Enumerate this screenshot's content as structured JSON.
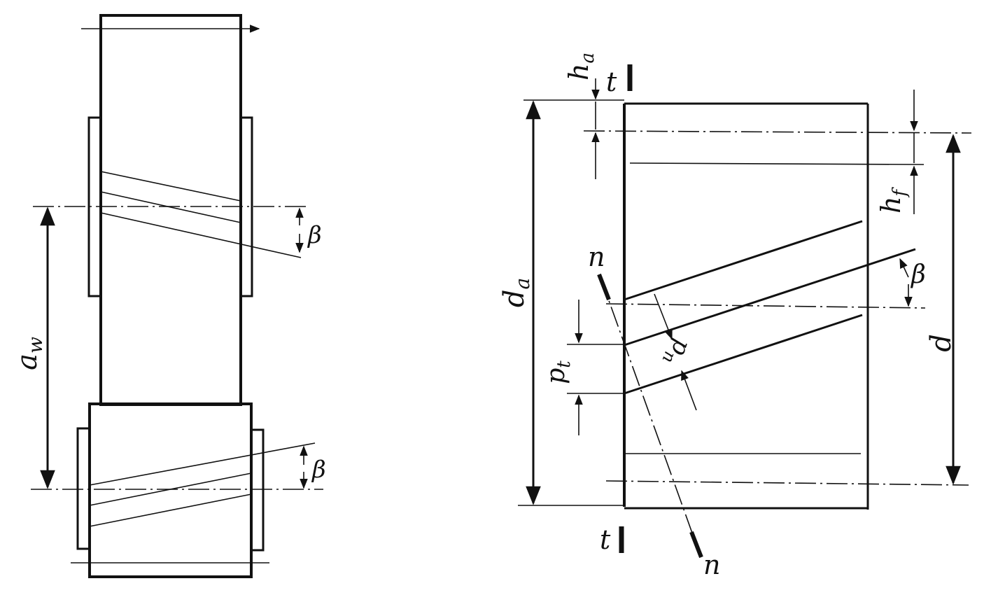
{
  "left_diagram": {
    "center_distance_label": "a",
    "center_distance_subscript": "w",
    "helix_angle_label_top": "β",
    "helix_angle_label_bottom": "β"
  },
  "right_diagram": {
    "addendum_label": "h",
    "addendum_subscript": "a",
    "dedendum_label": "h",
    "dedendum_subscript": "f",
    "tip_diameter_label": "d",
    "tip_diameter_subscript": "a",
    "pitch_diameter_label": "d",
    "helix_angle_label": "β",
    "normal_pitch_label": "p",
    "normal_pitch_subscript": "n",
    "transverse_pitch_label": "p",
    "transverse_pitch_subscript": "t",
    "section_mark_top": "t",
    "section_mark_bottom": "t",
    "normal_line_label_top": "n",
    "normal_line_label_bottom": "n"
  }
}
